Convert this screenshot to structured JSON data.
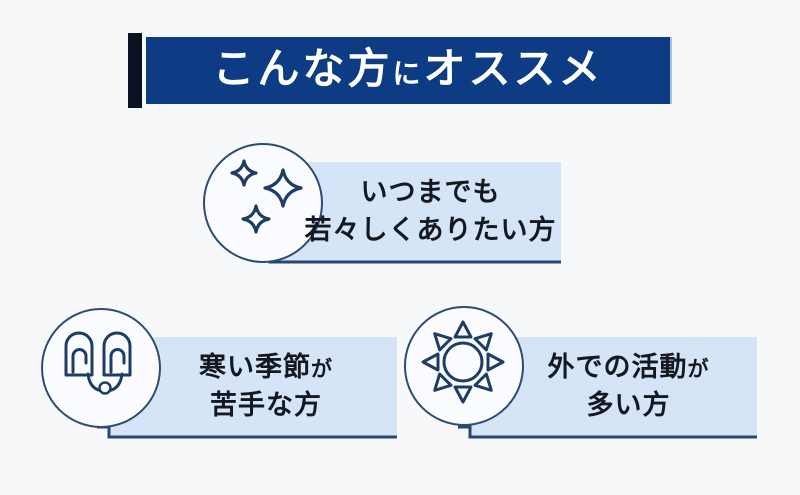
{
  "page": {
    "background_color": "#f7f8fa"
  },
  "header": {
    "accent_bar_color": "#0b1322",
    "banner_color": "#0e3c84",
    "text_color": "#ffffff",
    "title": [
      {
        "text": "こんな方",
        "emphasis": "large"
      },
      {
        "text": "に",
        "emphasis": "small"
      },
      {
        "text": "オススメ",
        "emphasis": "large"
      }
    ]
  },
  "cards": [
    {
      "icon": "sparkles-icon",
      "line1": [
        {
          "text": "いつまでも",
          "size": "large"
        }
      ],
      "line2": [
        {
          "text": "若々しくありたい方",
          "size": "large"
        }
      ]
    },
    {
      "icon": "mittens-icon",
      "line1": [
        {
          "text": "寒い季節",
          "size": "large"
        },
        {
          "text": "が",
          "size": "small"
        }
      ],
      "line2": [
        {
          "text": "苦手な方",
          "size": "large"
        }
      ]
    },
    {
      "icon": "sun-icon",
      "line1": [
        {
          "text": "外での活動",
          "size": "large"
        },
        {
          "text": "が",
          "size": "small"
        }
      ],
      "line2": [
        {
          "text": "多い方",
          "size": "large"
        }
      ]
    }
  ],
  "colors": {
    "card_fill": "#d6e4f7",
    "card_bottom_border": "#27476d",
    "icon_stroke": "#1e3d66",
    "circle_fill": "#fbfcff",
    "circle_stroke": "#2c4c74",
    "body_text": "#141821"
  }
}
